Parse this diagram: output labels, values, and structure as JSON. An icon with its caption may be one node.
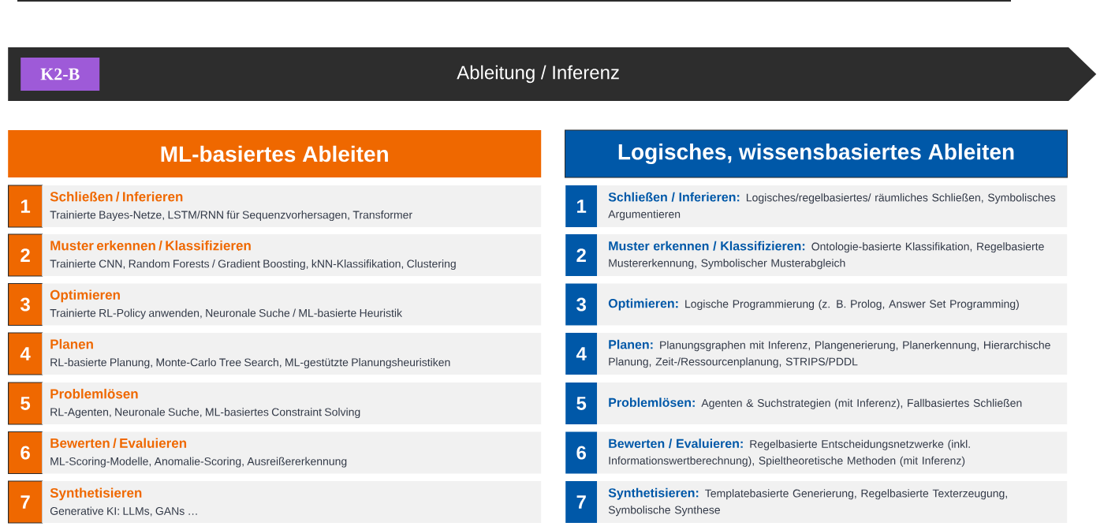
{
  "diagram": {
    "nodes": [
      {
        "text": [
          "Ableitung / Inferenz"
        ]
      },
      {
        "text": [
          "K2-B"
        ],
        "in": 0
      },
      {
        "text": [
          "ML-basiertes Ableiten"
        ]
      },
      {
        "text": [
          "1"
        ]
      },
      {
        "text": [
          "Schließen / Inferieren",
          "Trainierte Bayes-Netze, LSTM/RNN für Sequenzvorhersagen, Transformer"
        ]
      },
      {
        "text": [
          "2"
        ]
      },
      {
        "text": [
          "Muster erkennen / Klassifizieren",
          "Trainierte CNN, Random Forests / Gradient Boosting, kNN-Klassifikation, Clustering"
        ]
      },
      {
        "text": [
          "3"
        ]
      },
      {
        "text": [
          "Optimieren",
          "Trainierte RL-Policy anwenden, Neuronale Suche / ML-basierte Heuristik"
        ]
      },
      {
        "text": [
          "4"
        ]
      },
      {
        "text": [
          "Planen",
          "RL-basierte Planung, Monte-Carlo Tree Search, ML-gestützte Planungsheuristiken"
        ]
      },
      {
        "text": [
          "5"
        ]
      },
      {
        "text": [
          "Problemlösen",
          "RL-Agenten, Neuronale Suche, ML-basiertes Constraint Solving"
        ]
      },
      {
        "text": [
          "6"
        ]
      },
      {
        "text": [
          "Bewerten / Evaluieren",
          "ML-Scoring-Modelle, Anomalie-Scoring, Ausreißererkennung"
        ]
      },
      {
        "text": [
          "7"
        ]
      },
      {
        "text": [
          "Synthetisieren",
          "Generative KI: LLMs, GANs …"
        ]
      },
      {
        "text": [
          "Logisches, wissensbasiertes Ableiten"
        ]
      },
      {
        "text": [
          "1"
        ]
      },
      {
        "text": [
          "Schließen / Inferieren:",
          "Logisches/regelbasiertes/ räumliches Schließen, Symbolisches Argumentieren"
        ]
      },
      {
        "text": [
          "2"
        ]
      },
      {
        "text": [
          "Muster erkennen / Klassifizieren:",
          "Ontologie-basierte Klassifikation, Regelbasierte Mustererkennung, Symbolischer Musterabgleich"
        ]
      },
      {
        "text": [
          "3"
        ]
      },
      {
        "text": [
          "Optimieren:",
          "Logische Programmierung (z. B. Prolog, Answer Set Programming)"
        ]
      },
      {
        "text": [
          "4"
        ]
      },
      {
        "text": [
          "Planen:",
          "Planungsgraphen mit Inferenz, Plangenerierung, Planerkennung, Hierarchische Planung, Zeit-/Ressourcenplanung, STRIPS/PDDL"
        ]
      },
      {
        "text": [
          "5"
        ]
      },
      {
        "text": [
          "Problemlösen:",
          "Agenten & Suchstrategien (mit Inferenz), Fallbasiertes Schließen"
        ]
      },
      {
        "text": [
          "6"
        ]
      },
      {
        "text": [
          "Bewerten / Evaluieren:",
          "Regelbasierte Entscheidungsnetzwerke (inkl. Informationswertberechnung), Spieltheoretische Methoden (mit Inferenz)"
        ]
      },
      {
        "text": [
          "7"
        ]
      },
      {
        "text": [
          "Synthetisieren:",
          "Templatebasierte Generierung, Regelbasierte Texterzeugung, Symbolische Synthese"
        ]
      }
    ]
  }
}
